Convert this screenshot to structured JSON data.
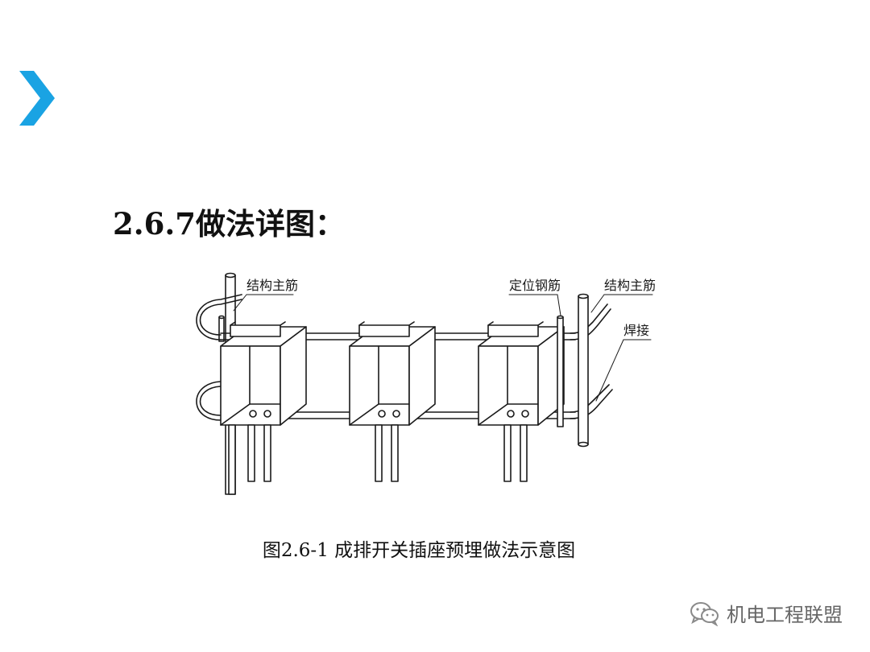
{
  "slide": {
    "heading": "2.6.7做法详图：",
    "caption": "图2.6-1  成排开关插座预埋做法示意图",
    "accent_color": "#1aa3e3",
    "chevron_icon": "chevron-right-icon"
  },
  "diagram": {
    "labels": {
      "main_rebar_left": "结构主筋",
      "positioning_rebar": "定位钢筋",
      "main_rebar_right": "结构主筋",
      "weld": "焊接"
    }
  },
  "watermark": {
    "text": "机电工程联盟",
    "icon": "wechat-icon"
  }
}
